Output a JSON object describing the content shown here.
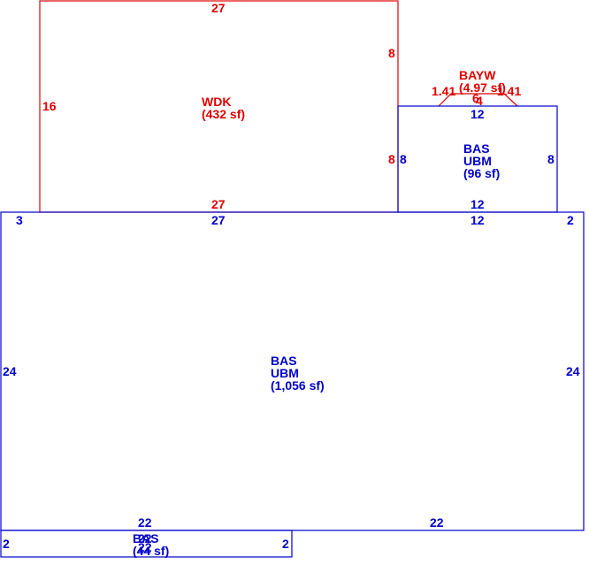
{
  "colors": {
    "deck": "#e00000",
    "building": "#0000c8"
  },
  "areas": {
    "wdk": {
      "code": "WDK",
      "area": "(432 sf)",
      "dims": {
        "top": "27",
        "right_upper": "8",
        "right_lower": "8",
        "left": "16",
        "bottom": "27"
      }
    },
    "bayw": {
      "code": "BAYW",
      "area": "(4.97 sf)",
      "dims": {
        "left_diag": "1.41",
        "right_diag": "1.41",
        "top": "6",
        "top_overlap": "4"
      }
    },
    "bas_small": {
      "code": "BAS",
      "sub": "UBM",
      "area": "(96 sf)",
      "dims": {
        "top": "12",
        "left": "8",
        "right": "8",
        "bottom": "12"
      }
    },
    "bas_main": {
      "code": "BAS",
      "sub": "UBM",
      "area": "(1,056 sf)",
      "dims": {
        "top_left": "3",
        "top": "27",
        "top_mid": "12",
        "top_right": "2",
        "left": "24",
        "right": "24",
        "bottom_left": "22",
        "bottom_right": "22"
      }
    },
    "bas_bottom": {
      "code": "BAS",
      "area": "(44 sf)",
      "dims": {
        "left": "2",
        "right": "2",
        "top": "22",
        "bottom": "22"
      }
    }
  }
}
